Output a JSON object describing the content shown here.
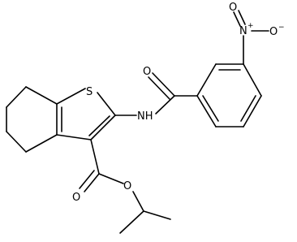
{
  "molecule": {
    "atoms": {
      "sulfur": "S",
      "amide_nh": "NH",
      "amide_o": "O",
      "ester_o_carbonyl": "O",
      "ester_o_ether": "O",
      "nitro_n": "N",
      "nitro_n_charge": "+",
      "nitro_o_top": "O",
      "nitro_o_right": "O",
      "nitro_o_charge": "−"
    }
  }
}
